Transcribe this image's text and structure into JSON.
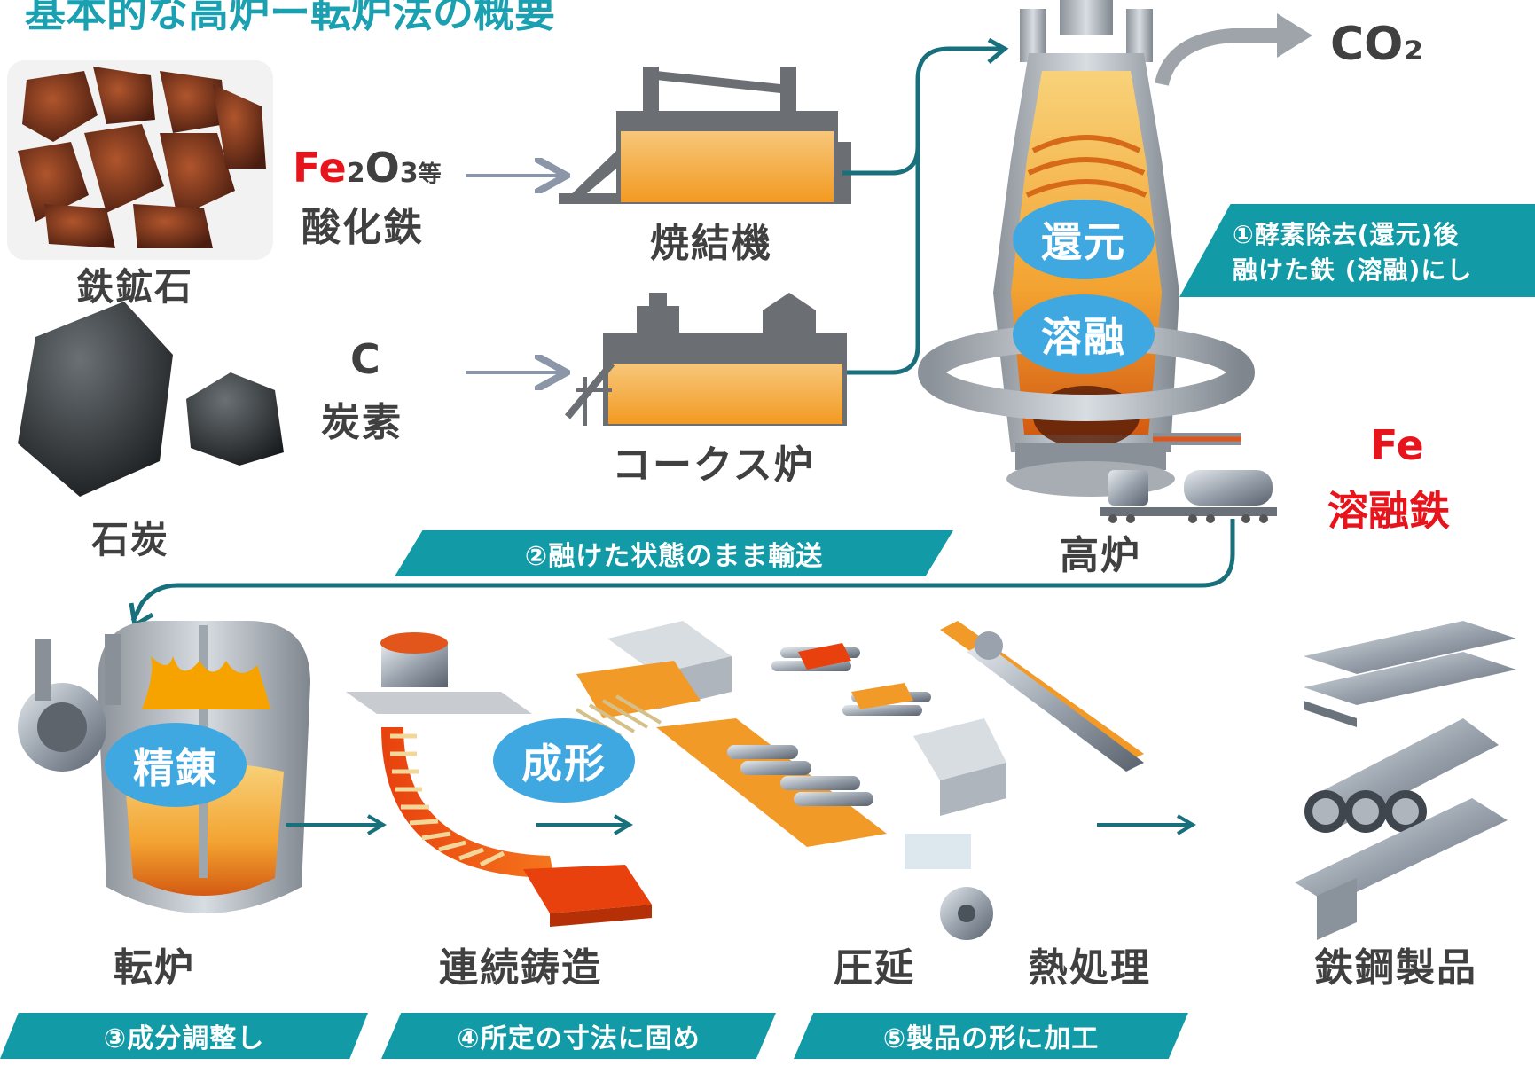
{
  "title": "基本的な高炉ー転炉法の概要",
  "co2_label": "CO₂",
  "materials": {
    "iron_ore": {
      "name": "鉄鉱石",
      "formula_main": "Fe",
      "formula_rest_2": "2",
      "formula_O": "O",
      "formula_3": "3",
      "formula_suffix": "等",
      "chem_name": "酸化鉄"
    },
    "coal": {
      "name": "石炭",
      "formula": "C",
      "chem_name": "炭素"
    }
  },
  "equipment": {
    "sinter": "焼結機",
    "coke_oven": "コークス炉",
    "blast_furnace": "高炉",
    "converter": "転炉",
    "continuous_casting": "連続鋳造",
    "rolling": "圧延",
    "heat_treatment": "熱処理",
    "products": "鉄鋼製品"
  },
  "process_bubbles": {
    "reduction": "還元",
    "melting": "溶融",
    "refining": "精錬",
    "forming": "成形"
  },
  "molten_iron": {
    "symbol": "Fe",
    "name": "溶融鉄"
  },
  "banners": {
    "step1_line1": "①酵素除去(還元)後",
    "step1_line2": "融けた鉄 (溶融)にし",
    "step2": "②融けた状態のまま輸送",
    "step3": "③成分調整し",
    "step4": "④所定の寸法に固め",
    "step5": "⑤製品の形に加工"
  },
  "colors": {
    "teal": "#129aa6",
    "arrow_gray": "#8b97a8",
    "bubble_blue": "#40a8e0",
    "red": "#e8141c",
    "orange": "#f0a020"
  }
}
